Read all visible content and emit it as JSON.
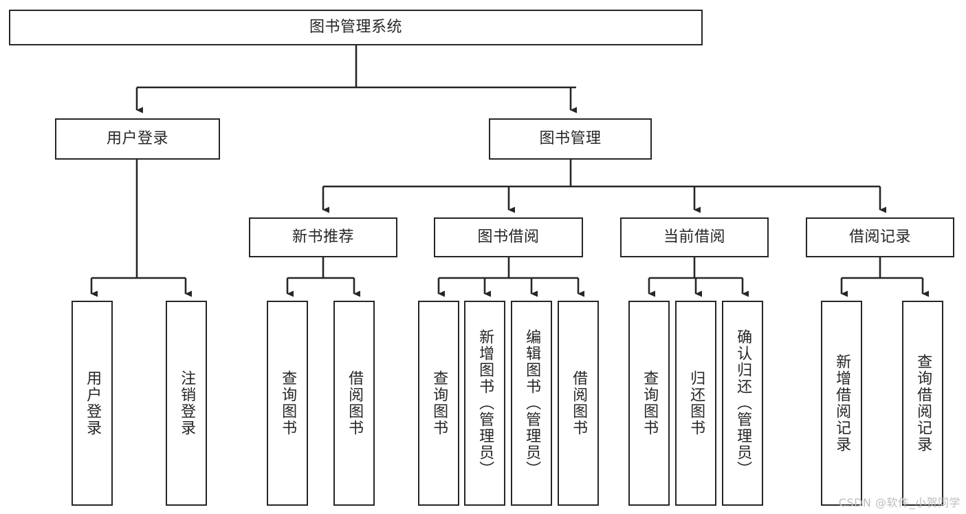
{
  "diagram": {
    "title": "图书管理系统",
    "type": "hierarchy-tree",
    "colors": {
      "box_border": "#262626",
      "box_fill": "#ffffff",
      "connector": "#262626",
      "text": "#262626",
      "watermark": "#bdbdbd",
      "background": "#ffffff"
    },
    "root": {
      "id": "root",
      "label": "图书管理系统",
      "orientation": "horizontal"
    },
    "level2": [
      {
        "id": "user-login",
        "label": "用户登录",
        "orientation": "horizontal"
      },
      {
        "id": "book-management",
        "label": "图书管理",
        "orientation": "horizontal"
      }
    ],
    "level3": [
      {
        "id": "new-book-recommend",
        "label": "新书推荐",
        "orientation": "horizontal"
      },
      {
        "id": "book-borrow",
        "label": "图书借阅",
        "orientation": "horizontal"
      },
      {
        "id": "current-borrow",
        "label": "当前借阅",
        "orientation": "horizontal"
      },
      {
        "id": "borrow-record",
        "label": "借阅记录",
        "orientation": "horizontal"
      }
    ],
    "leaves": {
      "user-login": [
        {
          "id": "leaf-user-login",
          "label": "用户登录",
          "orientation": "vertical"
        },
        {
          "id": "leaf-user-logout",
          "label": "注销登录",
          "orientation": "vertical"
        }
      ],
      "new-book-recommend": [
        {
          "id": "leaf-query-book-1",
          "label": "查询图书",
          "orientation": "vertical"
        },
        {
          "id": "leaf-borrow-book-1",
          "label": "借阅图书",
          "orientation": "vertical"
        }
      ],
      "book-borrow": [
        {
          "id": "leaf-query-book-2",
          "label": "查询图书",
          "orientation": "vertical"
        },
        {
          "id": "leaf-add-book",
          "label": "新增图书（管理员）",
          "orientation": "vertical"
        },
        {
          "id": "leaf-edit-book",
          "label": "编辑图书（管理员）",
          "orientation": "vertical"
        },
        {
          "id": "leaf-borrow-book-2",
          "label": "借阅图书",
          "orientation": "vertical"
        }
      ],
      "current-borrow": [
        {
          "id": "leaf-query-book-3",
          "label": "查询图书",
          "orientation": "vertical"
        },
        {
          "id": "leaf-return-book",
          "label": "归还图书",
          "orientation": "vertical"
        },
        {
          "id": "leaf-confirm-return",
          "label": "确认归还（管理员）",
          "orientation": "vertical"
        }
      ],
      "borrow-record": [
        {
          "id": "leaf-add-record",
          "label": "新增借阅记录",
          "orientation": "vertical"
        },
        {
          "id": "leaf-query-record",
          "label": "查询借阅记录",
          "orientation": "vertical"
        }
      ]
    }
  },
  "watermark": {
    "text": "CSDN @软件_小贺同学"
  }
}
